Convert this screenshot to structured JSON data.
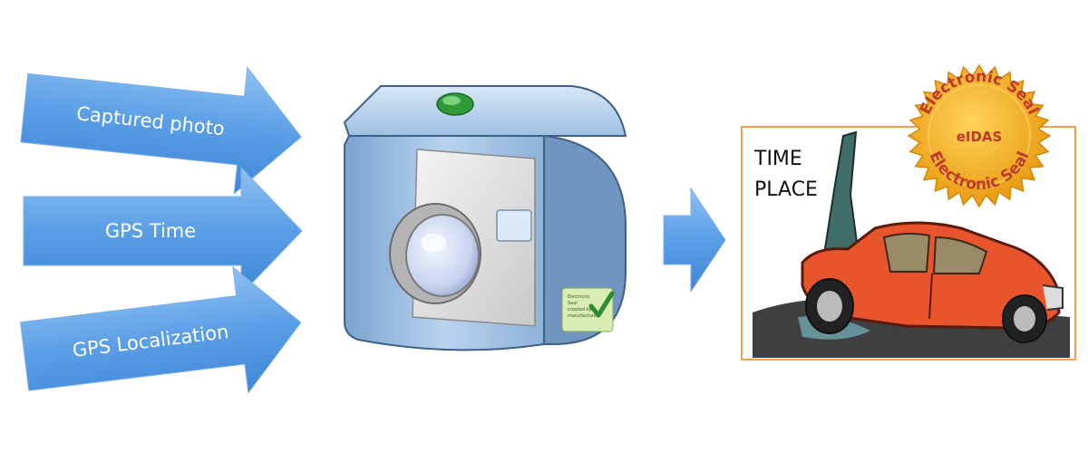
{
  "inputs": [
    {
      "label": "Captured photo"
    },
    {
      "label": "GPS Time"
    },
    {
      "label": "GPS Localization"
    }
  ],
  "camera": {
    "badge_lines": [
      "Electronic",
      "Seal",
      "created by",
      "manufacturer"
    ]
  },
  "output": {
    "photo_lines": [
      "TIME",
      "PLACE"
    ],
    "seal": {
      "top_text": "Electronic Seal",
      "center_text": "eIDAS",
      "bottom_text": "Electronic Seal"
    }
  },
  "colors": {
    "arrow_fill": "#4a90e2",
    "photo_border": "#f0a050",
    "seal_gold": "#f5b01e",
    "seal_text": "#c0392b",
    "camera_body": "#a8c6e8",
    "car_body": "#e8542c",
    "check_green": "#2e8b2e"
  },
  "icons": [
    "arrow-right-icon",
    "camera-icon",
    "check-icon",
    "car-wreck-icon",
    "seal-icon"
  ]
}
